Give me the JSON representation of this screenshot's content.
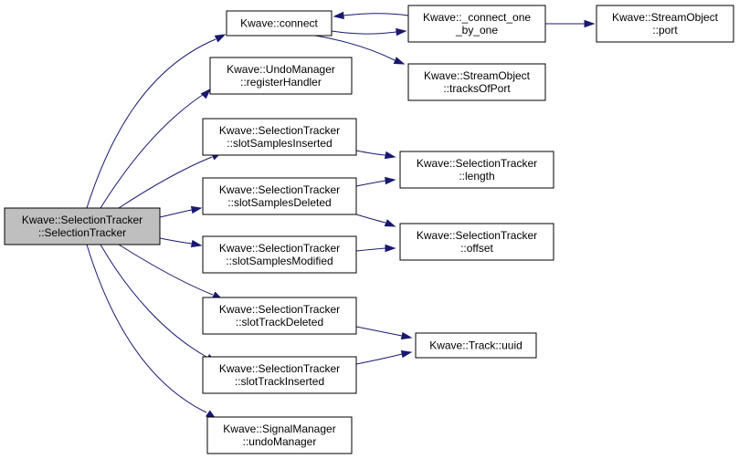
{
  "nodes": [
    {
      "id": "root",
      "lines": [
        "Kwave::SelectionTracker",
        "::SelectionTracker"
      ],
      "root": true
    },
    {
      "id": "connect",
      "lines": [
        "Kwave::connect"
      ]
    },
    {
      "id": "connect_one",
      "lines": [
        "Kwave::_connect_one",
        "_by_one"
      ]
    },
    {
      "id": "port",
      "lines": [
        "Kwave::StreamObject",
        "::port"
      ]
    },
    {
      "id": "tracksOfPort",
      "lines": [
        "Kwave::StreamObject",
        "::tracksOfPort"
      ]
    },
    {
      "id": "registerHandler",
      "lines": [
        "Kwave::UndoManager",
        "::registerHandler"
      ]
    },
    {
      "id": "slotSamplesInserted",
      "lines": [
        "Kwave::SelectionTracker",
        "::slotSamplesInserted"
      ]
    },
    {
      "id": "slotSamplesDeleted",
      "lines": [
        "Kwave::SelectionTracker",
        "::slotSamplesDeleted"
      ]
    },
    {
      "id": "slotSamplesModified",
      "lines": [
        "Kwave::SelectionTracker",
        "::slotSamplesModified"
      ]
    },
    {
      "id": "length",
      "lines": [
        "Kwave::SelectionTracker",
        "::length"
      ]
    },
    {
      "id": "offset",
      "lines": [
        "Kwave::SelectionTracker",
        "::offset"
      ]
    },
    {
      "id": "slotTrackDeleted",
      "lines": [
        "Kwave::SelectionTracker",
        "::slotTrackDeleted"
      ]
    },
    {
      "id": "slotTrackInserted",
      "lines": [
        "Kwave::SelectionTracker",
        "::slotTrackInserted"
      ]
    },
    {
      "id": "uuid",
      "lines": [
        "Kwave::Track::uuid"
      ]
    },
    {
      "id": "undoManager",
      "lines": [
        "Kwave::SignalManager",
        "::undoManager"
      ]
    }
  ],
  "edges": [
    {
      "from": "root",
      "to": "connect"
    },
    {
      "from": "root",
      "to": "registerHandler"
    },
    {
      "from": "root",
      "to": "slotSamplesInserted"
    },
    {
      "from": "root",
      "to": "slotSamplesDeleted"
    },
    {
      "from": "root",
      "to": "slotSamplesModified"
    },
    {
      "from": "root",
      "to": "slotTrackDeleted"
    },
    {
      "from": "root",
      "to": "slotTrackInserted"
    },
    {
      "from": "root",
      "to": "undoManager"
    },
    {
      "from": "connect",
      "to": "connect_one"
    },
    {
      "from": "connect_one",
      "to": "connect"
    },
    {
      "from": "connect",
      "to": "tracksOfPort"
    },
    {
      "from": "connect_one",
      "to": "port"
    },
    {
      "from": "slotSamplesInserted",
      "to": "length"
    },
    {
      "from": "slotSamplesDeleted",
      "to": "length"
    },
    {
      "from": "slotSamplesDeleted",
      "to": "offset"
    },
    {
      "from": "slotSamplesModified",
      "to": "offset"
    },
    {
      "from": "slotTrackDeleted",
      "to": "uuid"
    },
    {
      "from": "slotTrackInserted",
      "to": "uuid"
    }
  ]
}
